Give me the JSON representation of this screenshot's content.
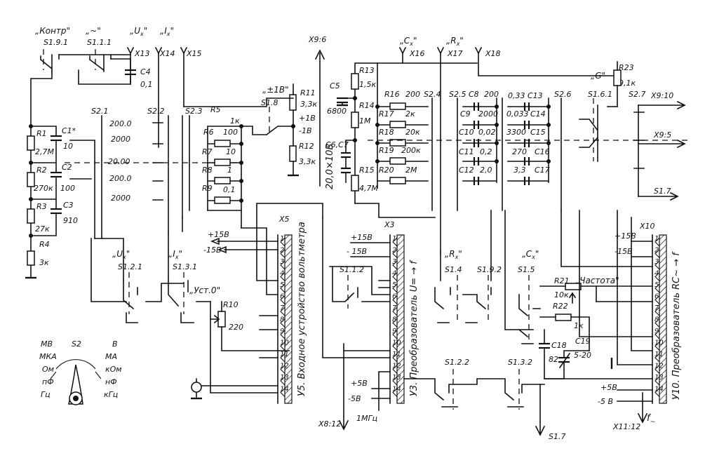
{
  "top_labels": {
    "kontr": "„Контр\"",
    "tilde": "„~\"",
    "ux": "„U",
    "ux_sub": "x",
    "ix": "„I",
    "ix_sub": "x",
    "cx": "„C",
    "cx_sub": "x",
    "rx": "„R",
    "rx_sub": "x",
    "g": "„G\"",
    "pm18": "„±1В\"",
    "s191": "S1.9.1",
    "s111": "S1.1.1",
    "s18": "S1.8",
    "s161": "S1.6.1",
    "x13": "X13",
    "x14": "X14",
    "x15": "X15",
    "x16": "X16",
    "x17": "X17",
    "x18": "X18",
    "x9_6": "X9:6",
    "x9_10": "X9:10",
    "x9_5": "X9:5",
    "s17a": "S1.7",
    "s27": "S2.7",
    "plus1": "+1В",
    "minus1": "-1В"
  },
  "components": {
    "c4": "C4",
    "c4v": "0,1",
    "r1": "R1",
    "r1v": "2,7М",
    "c1": "C1*",
    "c1v": "10",
    "r2": "R2",
    "r2v": "270к",
    "c2": "C2",
    "c2v": "100",
    "r3": "R3",
    "r3v": "27к",
    "c3": "C3",
    "c3v": "910",
    "r4": "R4",
    "r4v": "3к",
    "r5": "R5",
    "r5v": "1к",
    "r6": "R6",
    "r6v": "100",
    "r7": "R7",
    "r7v": "10",
    "r8": "R8",
    "r8v": "1",
    "r9": "R9",
    "r9v": "0,1",
    "r10": "R10",
    "r10v": "220",
    "r11": "R11",
    "r11v": "3,3к",
    "r12": "R12",
    "r12v": "3,3к",
    "r13": "R13",
    "r13v": "1,5к",
    "r14": "R14",
    "r14v": "1М",
    "r15": "R15",
    "r15v": "4,7М",
    "c5": "C5",
    "c5v": "6800",
    "c67": "C6,C7",
    "c67v": "20,0×10В",
    "r16": "R16",
    "r16v": "200",
    "r17": "R17",
    "r17v": "2к",
    "r18": "R18",
    "r18v": "20к",
    "r19": "R19",
    "r19v": "200к",
    "r20": "R20",
    "r20v": "2М",
    "c8": "C8",
    "c8v": "200",
    "c9": "C9",
    "c9v": "2000",
    "c10": "C10",
    "c10v": "0,02",
    "c11": "C11",
    "c11v": "0,2",
    "c12": "C12",
    "c12v": "2,0",
    "c13": "C13",
    "c13v": "0,33",
    "c14": "C14",
    "c14v": "0,033",
    "c15": "C15",
    "c15v": "3300",
    "c16": "C16",
    "c16v": "270",
    "c17": "C17",
    "c17v": "3,3",
    "r21": "R21",
    "r21v": "10к",
    "r22": "R22",
    "r22v": "1к",
    "r23": "R23",
    "r23v": "9,1к",
    "c18": "C18",
    "c18v": "82",
    "c19": "C19",
    "c19v": "5-20",
    "chastota": "„Частота\""
  },
  "switch_sections": {
    "s21": "S2.1",
    "s22": "S2.2",
    "s23": "S2.3",
    "s24": "S2.4",
    "s25": "S2.5",
    "s26": "S2.6",
    "range_values": [
      "200.0",
      "2000",
      "20.00",
      "200.0",
      "2000"
    ]
  },
  "mid_labels": {
    "ux2": "„U",
    "ux2_sub": "x",
    "ix2": "„I",
    "ix2_sub": "x",
    "s121": "S1.2.1",
    "s131": "S1.3.1",
    "ust0": "„Уст.0\"",
    "p15a": "+15В",
    "m15a": "-15В",
    "x5": "X5",
    "x3": "X3",
    "p15b": "+15В",
    "m15b": "- 15В",
    "s112": "S1.1.2",
    "rx2": "„R",
    "rx2_sub": "x",
    "cx2": "„C",
    "cx2_sub": "x",
    "s14": "S1.4",
    "s192": "S1.9.2",
    "s15": "S1.5",
    "x10": "X10",
    "p15c": "+15В",
    "m15c": "-15В",
    "s122": "S1.2.2",
    "s132": "S1.3.2",
    "p5a": "+5В",
    "m5a": "-5В",
    "p5b": "+5В",
    "m5b": "-5 В",
    "x8_12": "X8:12",
    "f1mhz": "1МГц",
    "s17b": "S1.7",
    "x11_12": "X11:12",
    "f_out": "f",
    "f_out_sub": "~"
  },
  "modules": {
    "u5": "У5. Входное устройство вольтметра",
    "u3": "У3. Преобразователь U= → f",
    "u10": "У10. Преобразователь RC~ → f"
  },
  "connector_pins": [
    "1",
    "2",
    "3",
    "4",
    "5",
    "6",
    "7",
    "8",
    "9",
    "10",
    "11",
    "12",
    "13",
    "14"
  ],
  "legend": {
    "s2": "S2",
    "left_units": [
      "МВ",
      "МКА",
      "Ом",
      "пФ",
      "Гц"
    ],
    "right_units": [
      "В",
      "МА",
      "кОм",
      "нФ",
      "кГц"
    ]
  }
}
